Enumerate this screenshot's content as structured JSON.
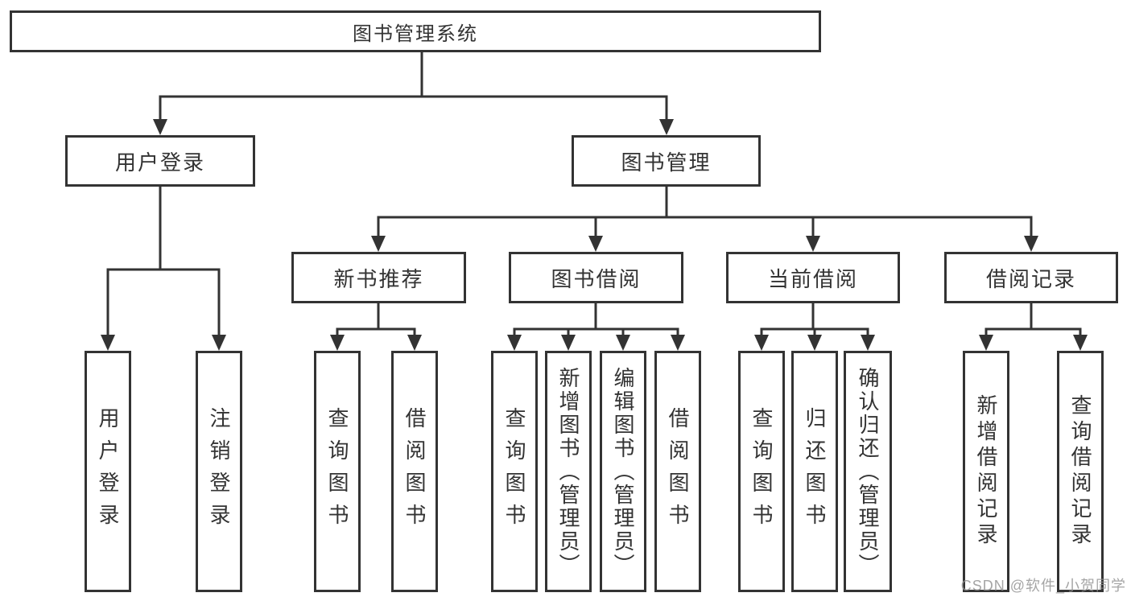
{
  "tree": {
    "root": "图书管理系统",
    "left": {
      "label": "用户登录",
      "children": [
        "用户登录",
        "注销登录"
      ]
    },
    "right": {
      "label": "图书管理",
      "groups": [
        {
          "label": "新书推荐",
          "children": [
            "查询图书",
            "借阅图书"
          ]
        },
        {
          "label": "图书借阅",
          "children": [
            "查询图书",
            "新增图书（管理员）",
            "编辑图书（管理员）",
            "借阅图书"
          ]
        },
        {
          "label": "当前借阅",
          "children": [
            "查询图书",
            "归还图书",
            "确认归还（管理员）"
          ]
        },
        {
          "label": "借阅记录",
          "children": [
            "新增借阅记录",
            "查询借阅记录"
          ]
        }
      ]
    }
  },
  "watermark": {
    "text": "CSDN @软件_小贺同学"
  },
  "colors": {
    "line": "#333333",
    "text": "#333333",
    "background": "#ffffff",
    "watermark": "#919191"
  }
}
